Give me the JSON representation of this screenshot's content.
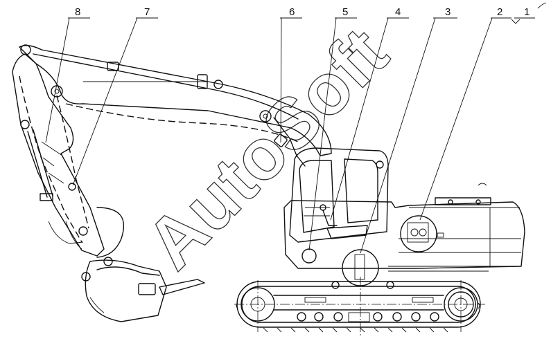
{
  "callouts": [
    "1",
    "2",
    "3",
    "4",
    "5",
    "6",
    "7",
    "8"
  ],
  "watermark": "AutoSoft",
  "colors": {
    "line": "#111111",
    "background": "#ffffff"
  }
}
